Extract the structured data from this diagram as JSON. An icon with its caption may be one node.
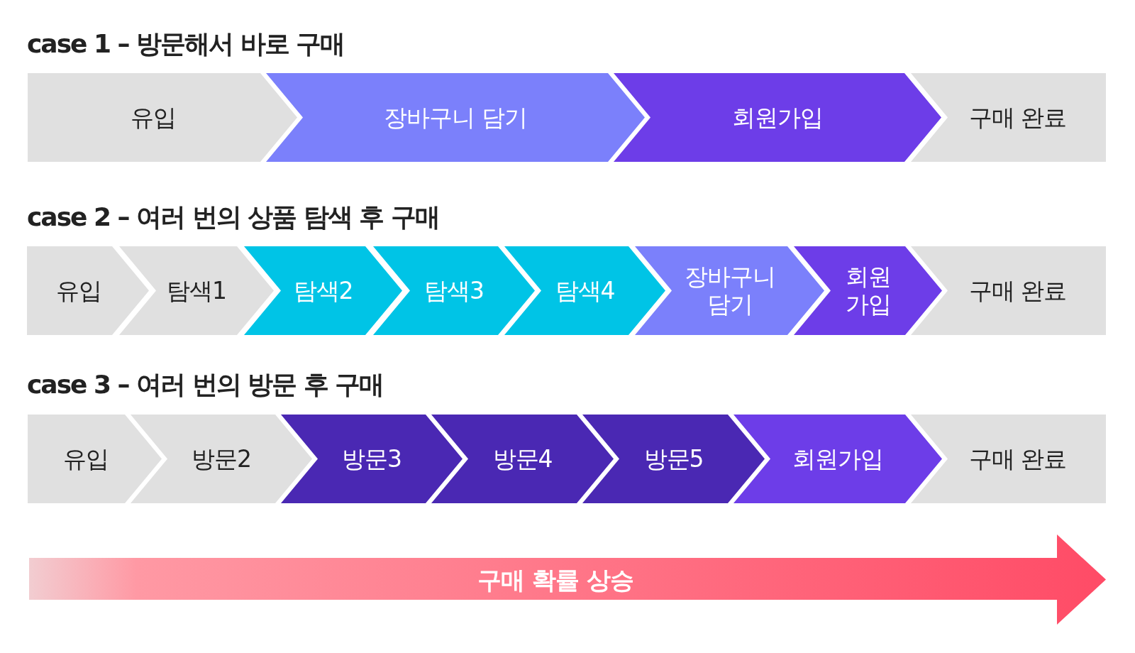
{
  "diagram": {
    "nodes": [
      {
        "text": [
          "유입"
        ]
      },
      {
        "text": [
          "장바구니 담기"
        ]
      },
      {
        "text": [
          "회원가입"
        ]
      },
      {
        "text": [
          "구매 완료"
        ]
      },
      {
        "text": [
          "유입"
        ]
      },
      {
        "text": [
          "탐색1"
        ]
      },
      {
        "text": [
          "탐색2"
        ]
      },
      {
        "text": [
          "탐색3"
        ]
      },
      {
        "text": [
          "탐색4"
        ]
      },
      {
        "text": [
          "장바구니 담기"
        ]
      },
      {
        "text": [
          "회원 가입"
        ]
      },
      {
        "text": [
          "구매 완료"
        ]
      },
      {
        "text": [
          "유입"
        ]
      },
      {
        "text": [
          "방문2"
        ]
      },
      {
        "text": [
          "방문3"
        ]
      },
      {
        "text": [
          "방문4"
        ]
      },
      {
        "text": [
          "방문5"
        ]
      },
      {
        "text": [
          "회원가입"
        ]
      },
      {
        "text": [
          "구매 완료"
        ]
      },
      {
        "text": [
          "구매 확률 상승"
        ]
      }
    ],
    "labels": [
      "case 1 – 방문해서 바로 구매",
      "case 2 – 여러 번의 상품 탐색 후 구매",
      "case 3 – 여러 번의 방문 후 구매"
    ]
  }
}
